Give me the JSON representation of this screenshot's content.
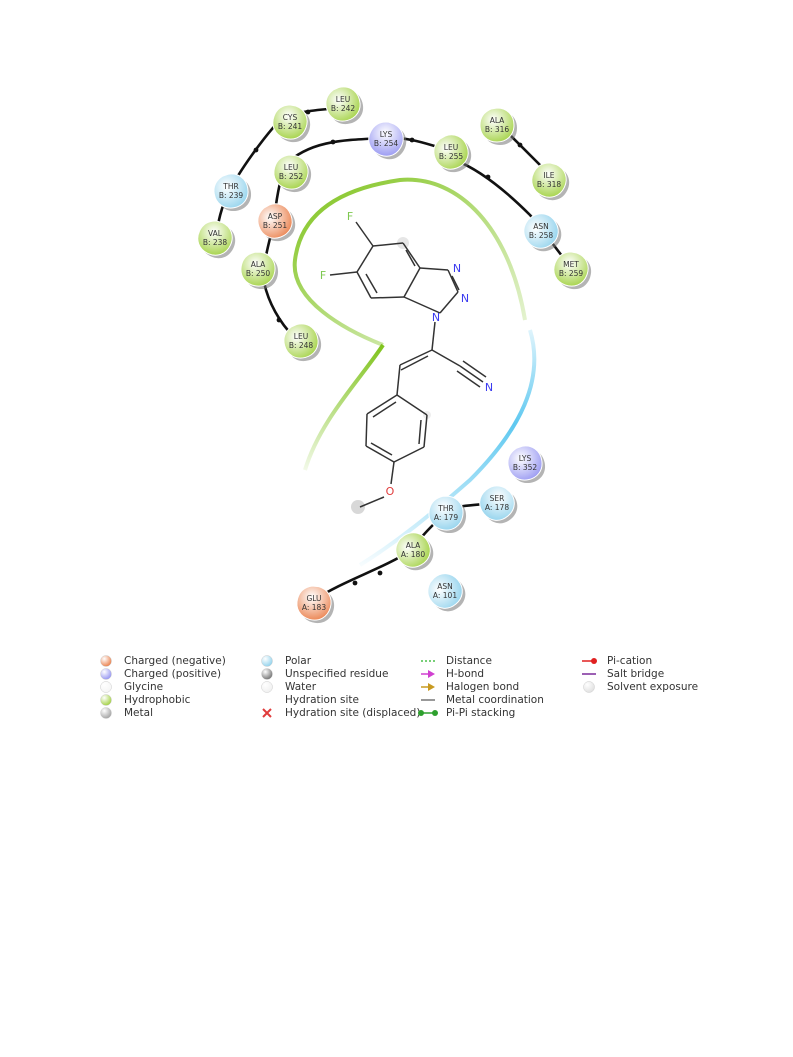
{
  "residues": [
    {
      "id": "cys241",
      "name": "CYS",
      "num": "B: 241",
      "type": "hydrophobic"
    },
    {
      "id": "leu242",
      "name": "LEU",
      "num": "B: 242",
      "type": "hydrophobic"
    },
    {
      "id": "thr239",
      "name": "THR",
      "num": "B: 239",
      "type": "polar"
    },
    {
      "id": "val238",
      "name": "VAL",
      "num": "B: 238",
      "type": "hydrophobic"
    },
    {
      "id": "leu252",
      "name": "LEU",
      "num": "B: 252",
      "type": "hydrophobic"
    },
    {
      "id": "asp251",
      "name": "ASP",
      "num": "B: 251",
      "type": "negative"
    },
    {
      "id": "ala250",
      "name": "ALA",
      "num": "B: 250",
      "type": "hydrophobic"
    },
    {
      "id": "leu248",
      "name": "LEU",
      "num": "B: 248",
      "type": "hydrophobic"
    },
    {
      "id": "lys254",
      "name": "LYS",
      "num": "B: 254",
      "type": "positive"
    },
    {
      "id": "leu255",
      "name": "LEU",
      "num": "B: 255",
      "type": "hydrophobic"
    },
    {
      "id": "ala316",
      "name": "ALA",
      "num": "B: 316",
      "type": "hydrophobic"
    },
    {
      "id": "ile318",
      "name": "ILE",
      "num": "B: 318",
      "type": "hydrophobic"
    },
    {
      "id": "asn258",
      "name": "ASN",
      "num": "B: 258",
      "type": "polar"
    },
    {
      "id": "met259",
      "name": "MET",
      "num": "B: 259",
      "type": "hydrophobic"
    },
    {
      "id": "lys352",
      "name": "LYS",
      "num": "B: 352",
      "type": "positive"
    },
    {
      "id": "ser178",
      "name": "SER",
      "num": "A: 178",
      "type": "polar"
    },
    {
      "id": "thr179",
      "name": "THR",
      "num": "A: 179",
      "type": "polar"
    },
    {
      "id": "ala180",
      "name": "ALA",
      "num": "A: 180",
      "type": "hydrophobic"
    },
    {
      "id": "asn101",
      "name": "ASN",
      "num": "A: 101",
      "type": "polar"
    },
    {
      "id": "glu183",
      "name": "GLU",
      "num": "A: 183",
      "type": "negative"
    }
  ],
  "atoms": {
    "f1": "F",
    "f2": "F",
    "n1": "N",
    "n2": "N",
    "n3": "N",
    "n_nitrile": "N",
    "o": "O"
  },
  "colors": {
    "hydrophobic": "#9acd32",
    "polar": "#87ceeb",
    "negative": "#e8743b",
    "positive": "#8c8cf0",
    "glycine": "#f4f4f4",
    "metal": "#9a9a9a",
    "unspecified": "#666666",
    "water": "#eeeeee",
    "pocket_green": "#7fc31c",
    "pocket_blue": "#5ec8f0",
    "fluorine": "#7ec850",
    "nitrogen": "#3c3cf0",
    "oxygen": "#e03c3c"
  },
  "legend": {
    "col1": [
      {
        "label": "Charged (negative)",
        "icon": "ball",
        "color": "#e8743b"
      },
      {
        "label": "Charged (positive)",
        "icon": "ball",
        "color": "#8c8cf0"
      },
      {
        "label": "Glycine",
        "icon": "ball",
        "color": "#f4f4f4"
      },
      {
        "label": "Hydrophobic",
        "icon": "ball",
        "color": "#9acd32"
      },
      {
        "label": "Metal",
        "icon": "ball",
        "color": "#9a9a9a"
      }
    ],
    "col2": [
      {
        "label": "Polar",
        "icon": "ball",
        "color": "#87ceeb"
      },
      {
        "label": "Unspecified residue",
        "icon": "ball",
        "color": "#666666"
      },
      {
        "label": "Water",
        "icon": "ball",
        "color": "#eeeeee"
      },
      {
        "label": "Hydration site",
        "icon": "none",
        "color": ""
      },
      {
        "label": "Hydration site (displaced)",
        "icon": "cross",
        "color": "#e03c3c"
      }
    ],
    "col3": [
      {
        "label": "Distance",
        "icon": "dash",
        "color": "#4cc04c"
      },
      {
        "label": "H-bond",
        "icon": "arrow",
        "color": "#d040d0"
      },
      {
        "label": "Halogen bond",
        "icon": "arrow",
        "color": "#c89a20"
      },
      {
        "label": "Metal coordination",
        "icon": "line",
        "color": "#777777"
      },
      {
        "label": "Pi-Pi stacking",
        "icon": "dots",
        "color": "#2ea02e"
      }
    ],
    "col4": [
      {
        "label": "Pi-cation",
        "icon": "dotline",
        "color": "#e02020"
      },
      {
        "label": "Salt bridge",
        "icon": "line",
        "color": "#7a2a9a"
      },
      {
        "label": "Solvent exposure",
        "icon": "ball",
        "color": "#dddddd"
      }
    ]
  }
}
